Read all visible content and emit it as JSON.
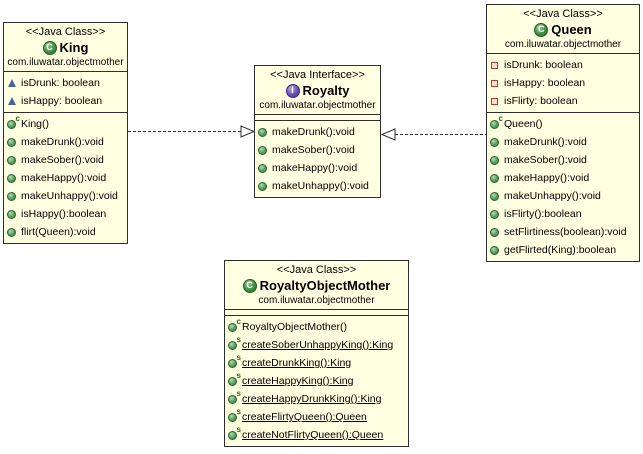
{
  "icons": {
    "class_letter": "C",
    "interface_letter": "I",
    "decorators": {
      "constructor-icon": "c",
      "static-method-icon": "s"
    }
  },
  "colors": {
    "box_fill": "#FFFFE1",
    "border": "#2E2E2E",
    "class_icon_green": "#3F9146",
    "interface_icon_purple": "#6A4FB3",
    "public_method_green": "#57A05C",
    "private_field_red": "#BF3A2B",
    "package_field_blue": "#46659E"
  },
  "relations": [
    {
      "type": "realization",
      "from": "King",
      "to": "Royalty"
    },
    {
      "type": "realization",
      "from": "Queen",
      "to": "Royalty"
    }
  ],
  "classes": {
    "king": {
      "stereotype": "<<Java Class>>",
      "name": "King",
      "package": "com.iluwatar.objectmother",
      "fields": [
        {
          "icon": "package-field-icon",
          "label": "isDrunk: boolean"
        },
        {
          "icon": "package-field-icon",
          "label": "isHappy: boolean"
        }
      ],
      "methods": [
        {
          "icon": "constructor-icon",
          "label": "King()"
        },
        {
          "icon": "public-method-icon",
          "label": "makeDrunk():void"
        },
        {
          "icon": "public-method-icon",
          "label": "makeSober():void"
        },
        {
          "icon": "public-method-icon",
          "label": "makeHappy():void"
        },
        {
          "icon": "public-method-icon",
          "label": "makeUnhappy():void"
        },
        {
          "icon": "public-method-icon",
          "label": "isHappy():boolean"
        },
        {
          "icon": "public-method-icon",
          "label": "flirt(Queen):void"
        }
      ]
    },
    "royalty": {
      "stereotype": "<<Java Interface>>",
      "name": "Royalty",
      "package": "com.iluwatar.objectmother",
      "fields": [],
      "methods": [
        {
          "icon": "public-method-icon",
          "label": "makeDrunk():void"
        },
        {
          "icon": "public-method-icon",
          "label": "makeSober():void"
        },
        {
          "icon": "public-method-icon",
          "label": "makeHappy():void"
        },
        {
          "icon": "public-method-icon",
          "label": "makeUnhappy():void"
        }
      ]
    },
    "queen": {
      "stereotype": "<<Java Class>>",
      "name": "Queen",
      "package": "com.iluwatar.objectmother",
      "fields": [
        {
          "icon": "private-field-icon",
          "label": "isDrunk: boolean"
        },
        {
          "icon": "private-field-icon",
          "label": "isHappy: boolean"
        },
        {
          "icon": "private-field-icon",
          "label": "isFlirty: boolean"
        }
      ],
      "methods": [
        {
          "icon": "constructor-icon",
          "label": "Queen()"
        },
        {
          "icon": "public-method-icon",
          "label": "makeDrunk():void"
        },
        {
          "icon": "public-method-icon",
          "label": "makeSober():void"
        },
        {
          "icon": "public-method-icon",
          "label": "makeHappy():void"
        },
        {
          "icon": "public-method-icon",
          "label": "makeUnhappy():void"
        },
        {
          "icon": "public-method-icon",
          "label": "isFlirty():boolean"
        },
        {
          "icon": "public-method-icon",
          "label": "setFlirtiness(boolean):void"
        },
        {
          "icon": "public-method-icon",
          "label": "getFlirted(King):boolean"
        }
      ]
    },
    "object_mother": {
      "stereotype": "<<Java Class>>",
      "name": "RoyaltyObjectMother",
      "package": "com.iluwatar.objectmother",
      "fields": [],
      "methods": [
        {
          "icon": "constructor-icon",
          "label": "RoyaltyObjectMother()"
        },
        {
          "icon": "static-method-icon",
          "label": "createSoberUnhappyKing():King",
          "underline": true
        },
        {
          "icon": "static-method-icon",
          "label": "createDrunkKing():King",
          "underline": true
        },
        {
          "icon": "static-method-icon",
          "label": "createHappyKing():King",
          "underline": true
        },
        {
          "icon": "static-method-icon",
          "label": "createHappyDrunkKing():King",
          "underline": true
        },
        {
          "icon": "static-method-icon",
          "label": "createFlirtyQueen():Queen",
          "underline": true
        },
        {
          "icon": "static-method-icon",
          "label": "createNotFlirtyQueen():Queen",
          "underline": true
        }
      ]
    }
  }
}
